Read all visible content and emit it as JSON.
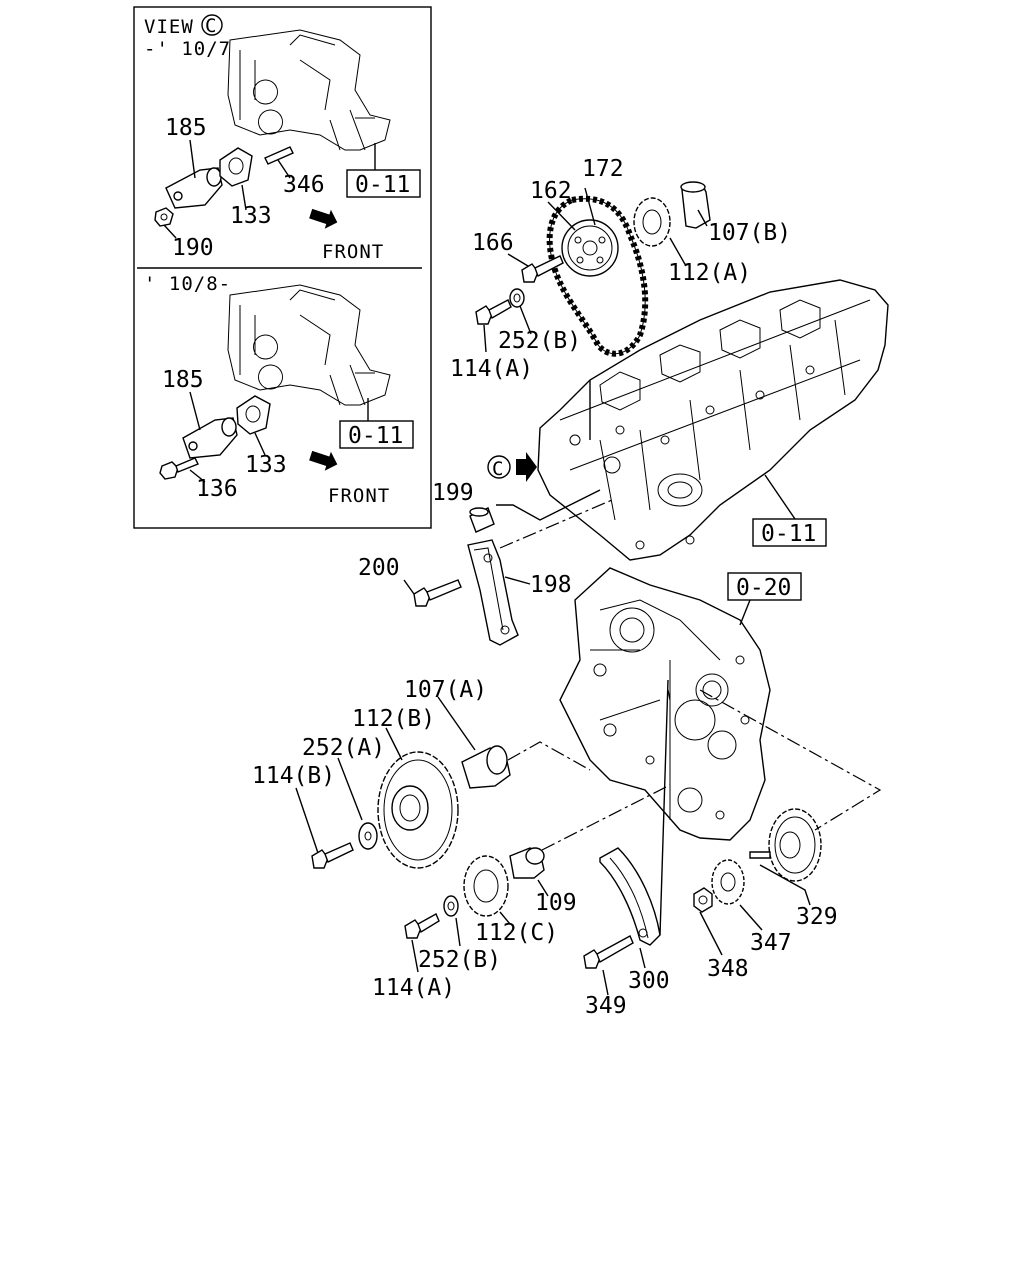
{
  "inset": {
    "view_label": "VIEW",
    "view_letter": "C",
    "top_range": "-' 10/7",
    "bottom_range": "' 10/8-",
    "top_labels": {
      "p185": "185",
      "p133": "133",
      "p346": "346",
      "p190": "190",
      "ref": "0-11",
      "front": "FRONT"
    },
    "bottom_labels": {
      "p185": "185",
      "p133": "133",
      "p136": "136",
      "ref": "0-11",
      "front": "FRONT"
    }
  },
  "callouts": {
    "p172": "172",
    "p162": "162",
    "p166": "166",
    "p107b": "107(B)",
    "p112a": "112(A)",
    "p252b_top": "252(B)",
    "p114a_top": "114(A)",
    "view_c": "C",
    "p199": "199",
    "p200": "200",
    "p198": "198",
    "ref_011": "0-11",
    "ref_020": "0-20",
    "p107a": "107(A)",
    "p112b": "112(B)",
    "p252a": "252(A)",
    "p114b": "114(B)",
    "p109": "109",
    "p112c": "112(C)",
    "p252b_bot": "252(B)",
    "p114a_bot": "114(A)",
    "p300": "300",
    "p349": "349",
    "p348": "348",
    "p347": "347",
    "p329": "329"
  }
}
